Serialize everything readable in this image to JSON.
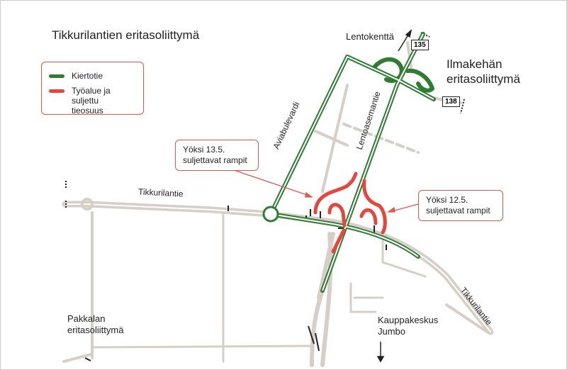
{
  "title": "Tikkurilantien eritasoliittymä",
  "legend": {
    "items": [
      {
        "label": "Kiertotie",
        "color": "#2e7d32"
      },
      {
        "label": "Työalue ja suljettu tieosuus",
        "color": "#e8453c"
      }
    ]
  },
  "callouts": [
    {
      "text": "Yöksi 13.5. suljettavat rampit"
    },
    {
      "text": "Yöksi 12.5. suljettavat rampit"
    }
  ],
  "places": {
    "ilmakehan": "Ilmakehän eritasoliittymä",
    "pakkalan": "Pakkalan eritasoliittymä",
    "jumbo": "Kauppakeskus Jumbo",
    "lentokentta": "Lentokenttä"
  },
  "roads": {
    "tikkurilantie_west": "Tikkurilantie",
    "tikkurilantie_east": "Tikkurilantie",
    "aviabulevardi": "Aviabulevardi",
    "lentoasemantie": "Lentoasemantie"
  },
  "route_shields": [
    "135",
    "138"
  ],
  "colors": {
    "detour": "#2e7d32",
    "closed": "#e8453c",
    "road": "#d6cec7",
    "callout_border": "#e0574c"
  }
}
